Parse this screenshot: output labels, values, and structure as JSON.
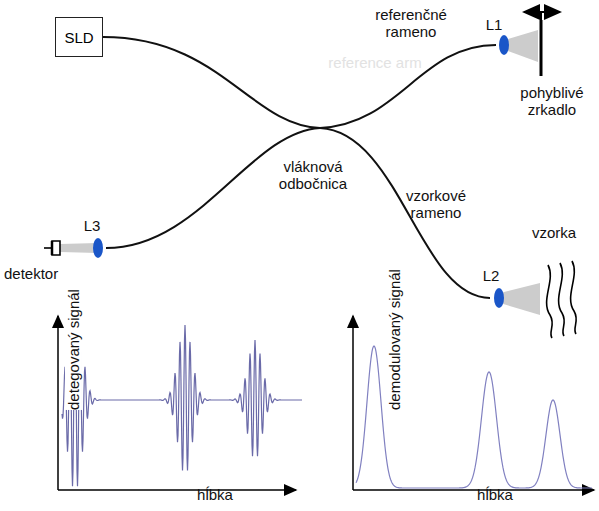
{
  "diagram": {
    "nodes": [
      {
        "text": [
          "SLD"
        ]
      }
    ],
    "labels": [
      "referenčné rameno",
      "reference arm",
      "pohyblivé zrkadlo",
      "L1",
      "vláknová odbočnica",
      "vzorkové rameno",
      "vzorka",
      "L2",
      "L3",
      "detektor",
      "detegovaný signál",
      "hĺbka",
      "demodulovaný signál",
      "hĺbka"
    ]
  }
}
